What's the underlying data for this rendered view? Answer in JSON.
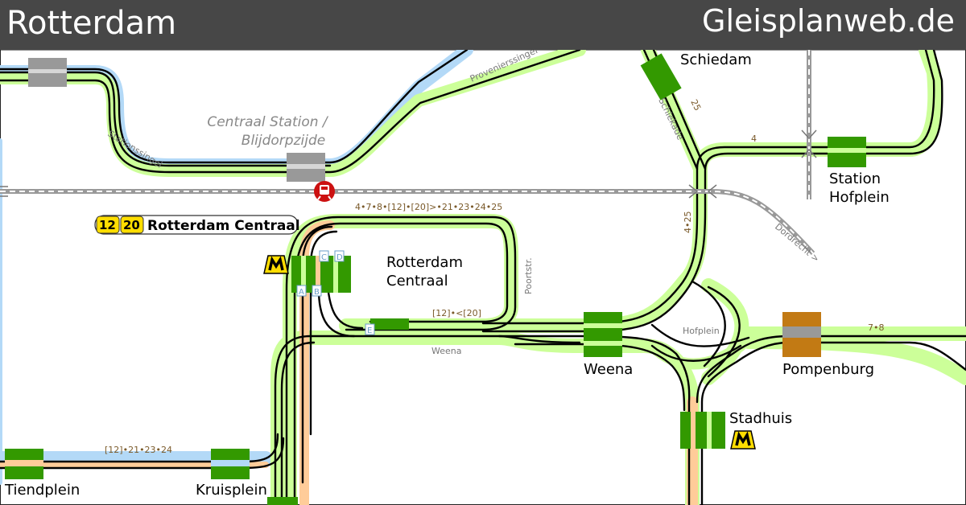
{
  "header": {
    "title": "Rotterdam",
    "site": "Gleisplanweb.de"
  },
  "colors": {
    "header_bg": "#474747",
    "track": "#000000",
    "glow_green": "#ccff99",
    "glow_blue": "#b3d9f7",
    "glow_orange": "#ffcc99",
    "platform_green": "#339900",
    "platform_gray": "#999999",
    "platform_brown": "#c27a14",
    "mainline": "#999999",
    "label_brown": "#7a5a2a",
    "ns_red": "#cc1111",
    "metro_yellow": "#ffdd00"
  },
  "stations": {
    "schiedam": "Schiedam",
    "hofplein_1": "Station",
    "hofplein_2": "Hofplein",
    "rc_1": "Rotterdam",
    "rc_2": "Centraal",
    "weena": "Weena",
    "pompenburg": "Pompenburg",
    "stadhuis": "Stadhuis",
    "tiendplein": "Tiendplein",
    "kruisplein": "Kruisplein",
    "centraal_station_1": "Centraal Station /",
    "centraal_station_2": "Blijdorpzijde"
  },
  "streets": {
    "stationssingel": "Stationssingel",
    "provenierssingel": "Provenierssingel",
    "schiekade": "Schiekade",
    "poortstr": "Poortstr.",
    "weena": "Weena",
    "hofplein": "Hofplein",
    "dordrecht": "Dordrecht >"
  },
  "lines": {
    "top_rc": "4•7•8•[12]•[20]>•21•23•24•25",
    "inner": "[12]•<[20]",
    "kruisplein": "[12]•21•23•24",
    "schiekade": "25",
    "hofplein_vert": "4•25",
    "station_hofplein": "4",
    "pompenburg": "7•8"
  },
  "platform_codes": {
    "a": "A",
    "b": "B",
    "c": "C",
    "d": "D",
    "e": "E"
  },
  "legend": {
    "line_a": "12",
    "line_b": "20",
    "station": "Rotterdam Centraal"
  },
  "icons": {
    "metro": "metro-icon",
    "train": "train-icon"
  }
}
